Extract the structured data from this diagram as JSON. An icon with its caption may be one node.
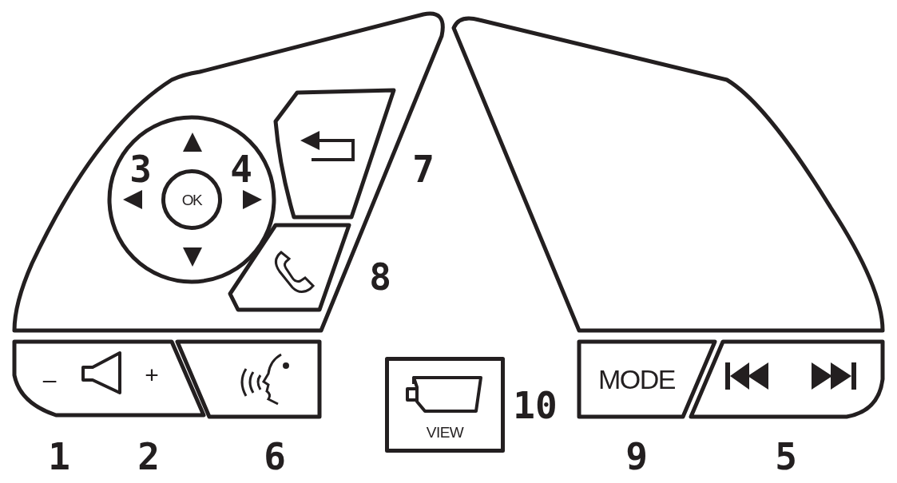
{
  "diagram": {
    "nodes": [
      {
        "text": [
          "OK"
        ]
      },
      {
        "text": [
          "–",
          "+"
        ]
      },
      {
        "text": [
          "VIEW"
        ]
      },
      {
        "text": [
          "MODE"
        ]
      }
    ],
    "labels": [
      "3",
      "4",
      "7",
      "8",
      "10",
      "1",
      "2",
      "6",
      "9",
      "5"
    ]
  }
}
